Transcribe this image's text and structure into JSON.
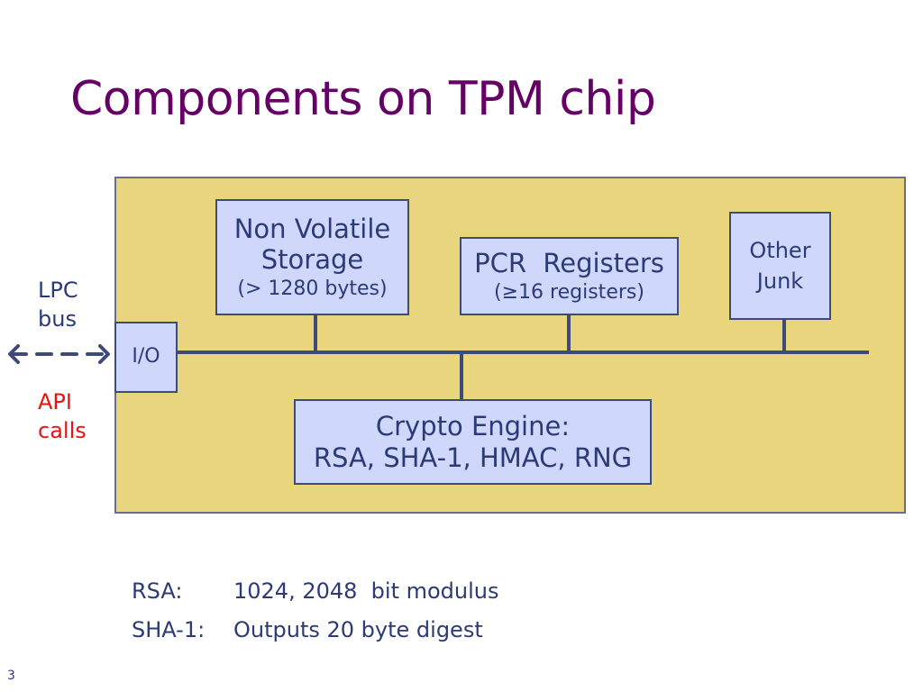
{
  "slide": {
    "title": "Components on TPM chip",
    "number": "3"
  },
  "diagram": {
    "nv_storage": {
      "line1": "Non Volatile",
      "line2": "Storage",
      "line3": "(> 1280 bytes)"
    },
    "pcr": {
      "line1": "PCR  Registers",
      "line2": "(≥16 registers)"
    },
    "other": {
      "line1": "Other",
      "line2": "Junk"
    },
    "io": {
      "label": "I/O"
    },
    "crypto": {
      "line1": "Crypto Engine:",
      "line2": "RSA, SHA-1, HMAC, RNG"
    },
    "lpc": {
      "line1": "LPC",
      "line2": "bus"
    },
    "api": {
      "line1": "API",
      "line2": "calls"
    }
  },
  "legend": {
    "rsa_key": "RSA:",
    "rsa_value": "1024, 2048  bit modulus",
    "sha_key": "SHA-1:",
    "sha_value": "Outputs 20 byte digest"
  },
  "colors": {
    "title": "#660066",
    "chip_background": "#ead57f",
    "box_fill": "#cfd8fb",
    "line": "#3d4a7a",
    "text": "#2c3a78",
    "api_text": "#ee1111"
  }
}
